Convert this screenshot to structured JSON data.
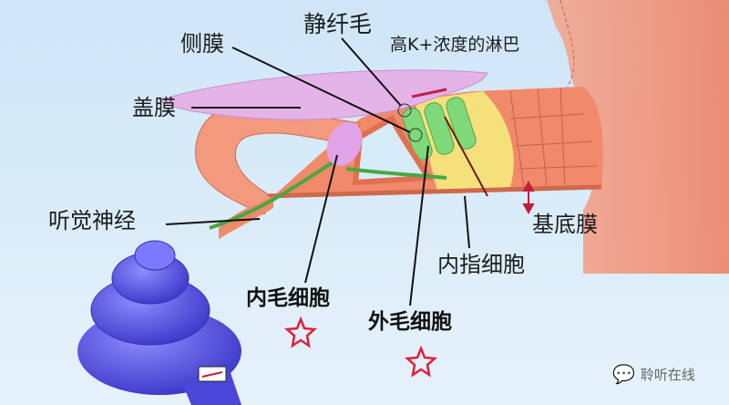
{
  "labels": {
    "stereocilia": "静纤毛",
    "high_k_lymph": "高K+浓度的淋巴",
    "lateral_membrane": "侧膜",
    "tectorial_membrane": "盖膜",
    "auditory_nerve": "听觉神经",
    "basilar_membrane": "基底膜",
    "inner_phalangeal_cell": "内指细胞",
    "inner_hair_cell": "内毛细胞",
    "outer_hair_cell": "外毛细胞"
  },
  "watermark": "聆听在线",
  "icons": {
    "star": "star-outline",
    "watermark": "wechat-icon"
  },
  "colors": {
    "tissue": "#f08a6a",
    "tectorial": "#e2b0e6",
    "outer_hair": "#7ed87a",
    "pillar": "#f4e27a",
    "cochlea": "#5a55e0",
    "star": "#e0203a"
  }
}
